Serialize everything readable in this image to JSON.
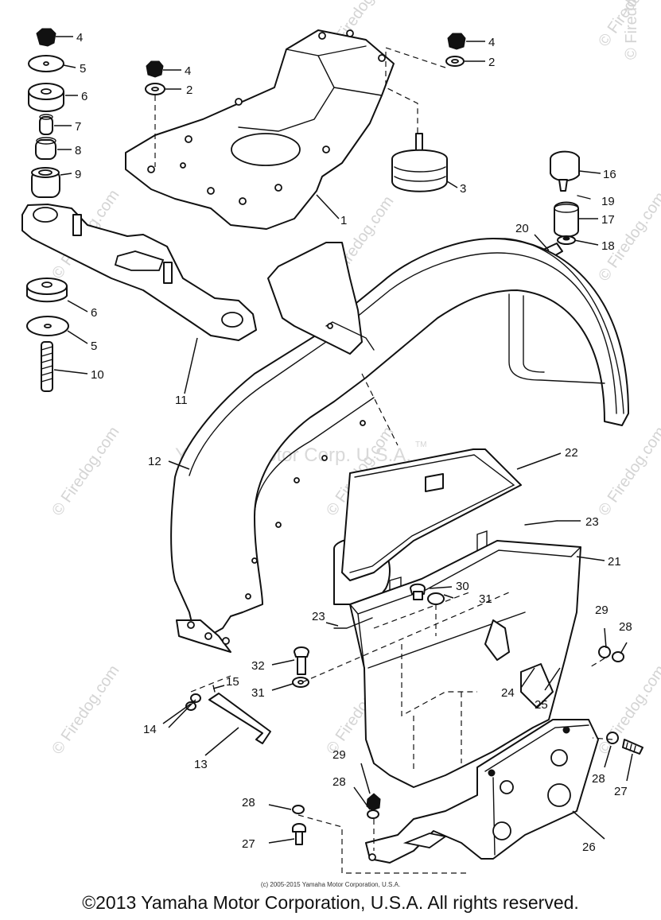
{
  "watermark": {
    "site": "© Firedog.com",
    "vertical": "© Firedog.com",
    "vertical_left": "© Firedog.com",
    "center": "Yamaha Motor Corp. U.S.A.",
    "tm": "TM"
  },
  "callouts": {
    "c1": "1",
    "c2a": "2",
    "c2b": "2",
    "c3": "3",
    "c4a": "4",
    "c4b": "4",
    "c4c": "4",
    "c5a": "5",
    "c5b": "5",
    "c6a": "6",
    "c6b": "6",
    "c7": "7",
    "c8": "8",
    "c9": "9",
    "c10": "10",
    "c11": "11",
    "c12": "12",
    "c13": "13",
    "c14": "14",
    "c15": "15",
    "c16": "16",
    "c17": "17",
    "c18": "18",
    "c19": "19",
    "c20": "20",
    "c21": "21",
    "c22": "22",
    "c23a": "23",
    "c23b": "23",
    "c24": "24",
    "c25": "25",
    "c26": "26",
    "c27a": "27",
    "c27b": "27",
    "c28a": "28",
    "c28b": "28",
    "c28c": "28",
    "c28d": "28",
    "c29a": "29",
    "c29b": "29",
    "c30": "30",
    "c31a": "31",
    "c31b": "31",
    "c32": "32"
  },
  "footer": {
    "small_credit": "(c) 2005-2015 Yamaha Motor Corporation, U.S.A.",
    "copyright": "©2013 Yamaha Motor Corporation, U.S.A. All rights reserved."
  }
}
